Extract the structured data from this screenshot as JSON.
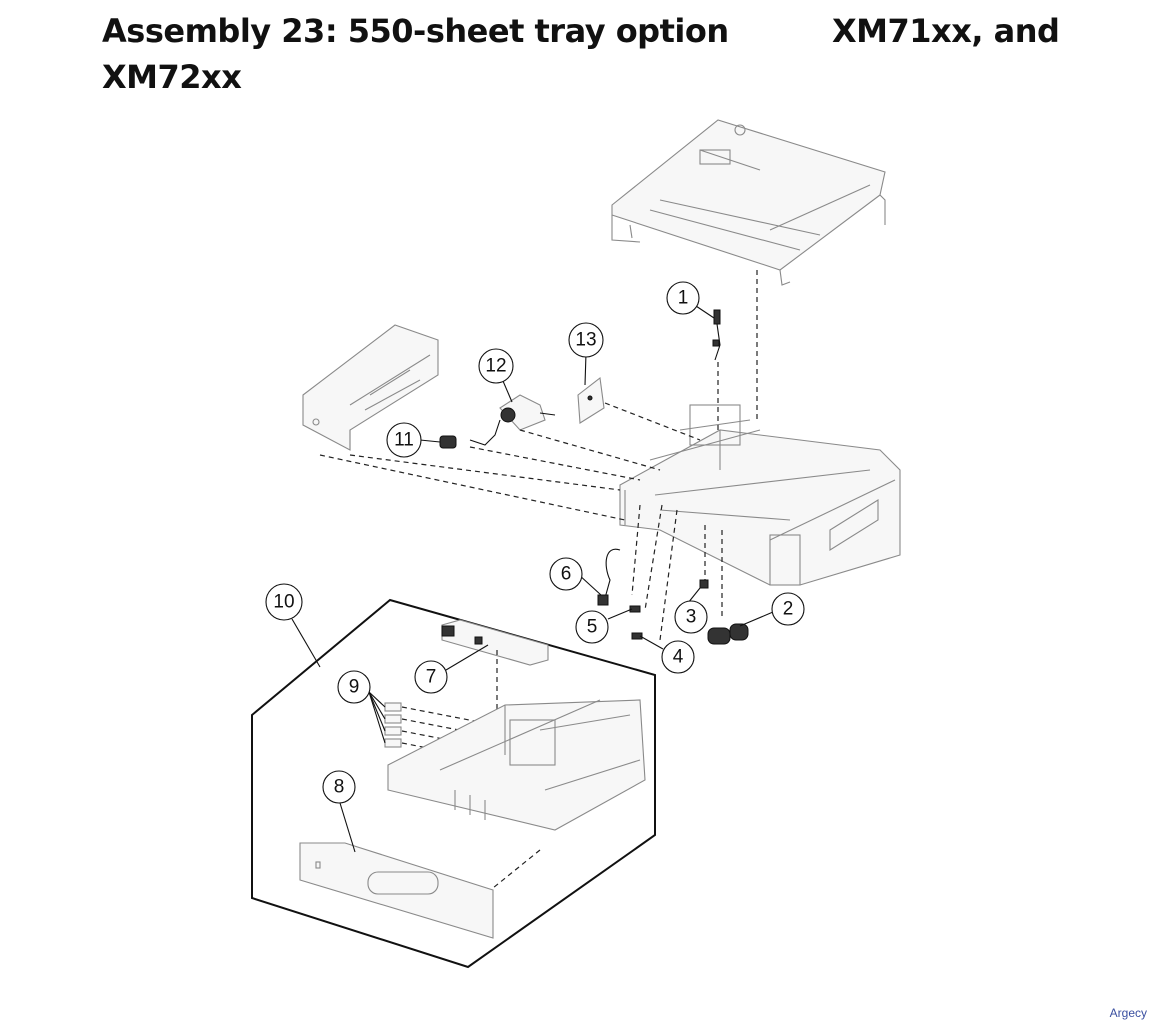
{
  "title": {
    "line1": "Assembly 23: 550-sheet tray option",
    "line2": "XM71xx, and",
    "line3": "XM72xx"
  },
  "watermark": "Argecy",
  "callouts": [
    "1",
    "2",
    "3",
    "4",
    "5",
    "6",
    "7",
    "8",
    "9",
    "10",
    "11",
    "12",
    "13"
  ]
}
